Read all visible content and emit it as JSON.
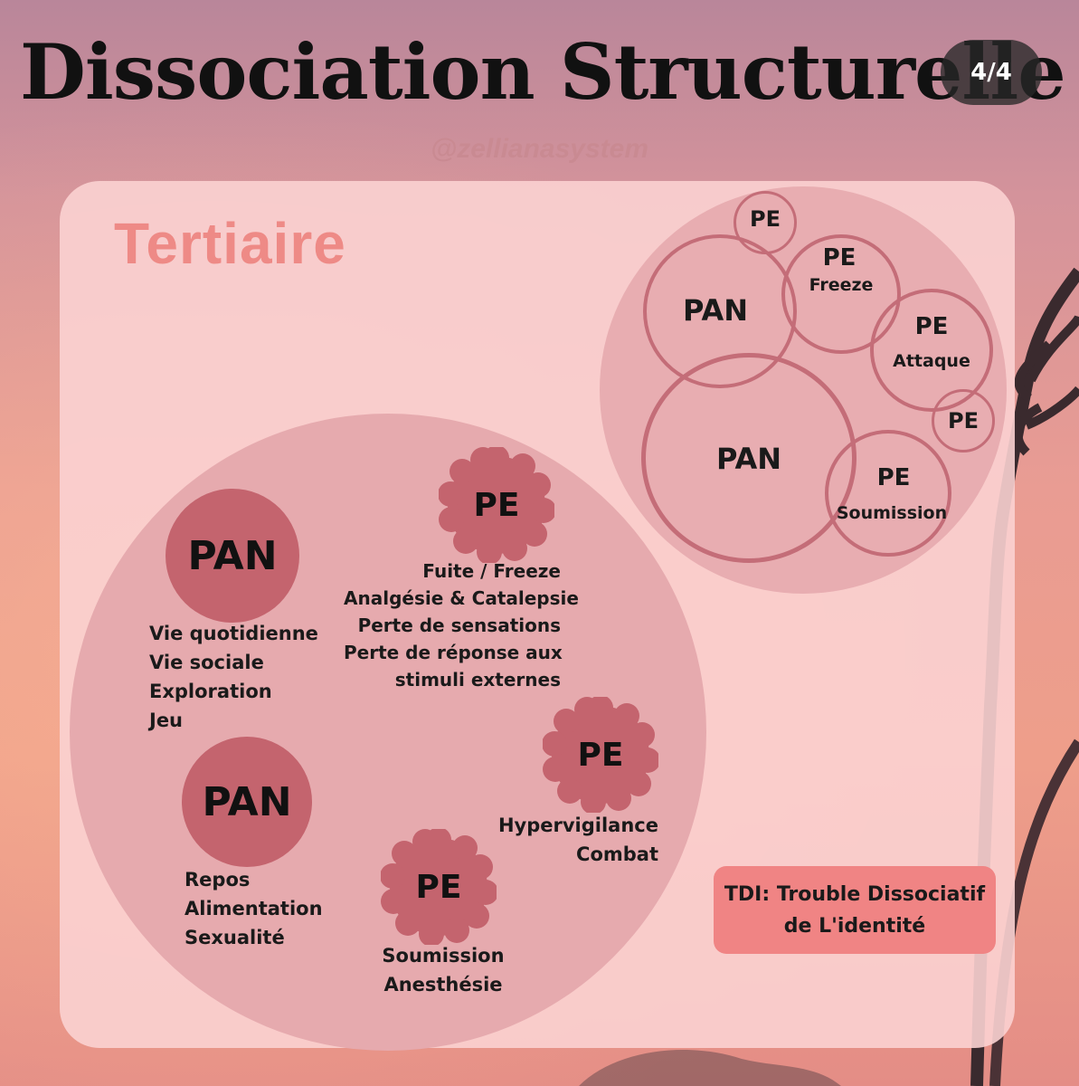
{
  "title": "Dissociation Structurelle",
  "handle": "@zellianasystem",
  "counter": "4/4",
  "section_title": "Tertiaire",
  "top_diagram": {
    "pe_top": "PE",
    "pe_freeze_label": "PE",
    "pe_freeze_sub": "Freeze",
    "pan_upper": "PAN",
    "pe_attaque_label": "PE",
    "pe_attaque_sub": "Attaque",
    "pe_small": "PE",
    "pan_lower": "PAN",
    "pe_soumission_label": "PE",
    "pe_soumission_sub": "Soumission"
  },
  "main_diagram": {
    "pan1": {
      "label": "PAN",
      "items": [
        "Vie quotidienne",
        "Vie sociale",
        "Exploration",
        "Jeu"
      ]
    },
    "pan2": {
      "label": "PAN",
      "items": [
        "Repos",
        "Alimentation",
        "Sexualité"
      ]
    },
    "pe1": {
      "label": "PE",
      "items": [
        "Fuite / Freeze",
        "Analgésie & Catalepsie",
        "Perte de sensations",
        "Perte de réponse aux",
        "stimuli externes"
      ]
    },
    "pe2": {
      "label": "PE",
      "items": [
        "Hypervigilance",
        "Combat"
      ]
    },
    "pe3": {
      "label": "PE",
      "items": [
        "Soumission",
        "Anesthésie"
      ]
    }
  },
  "tdi_note": {
    "line1": "TDI: Trouble Dissociatif",
    "line2": "de L'identité"
  },
  "colors": {
    "pan_fill": "#c4646e",
    "pe_fill": "#c4646e",
    "big_circle": "#e6aaae",
    "card": "#fbd2d2",
    "section_title": "#ee8a86",
    "tdi_fill": "#f08484"
  }
}
